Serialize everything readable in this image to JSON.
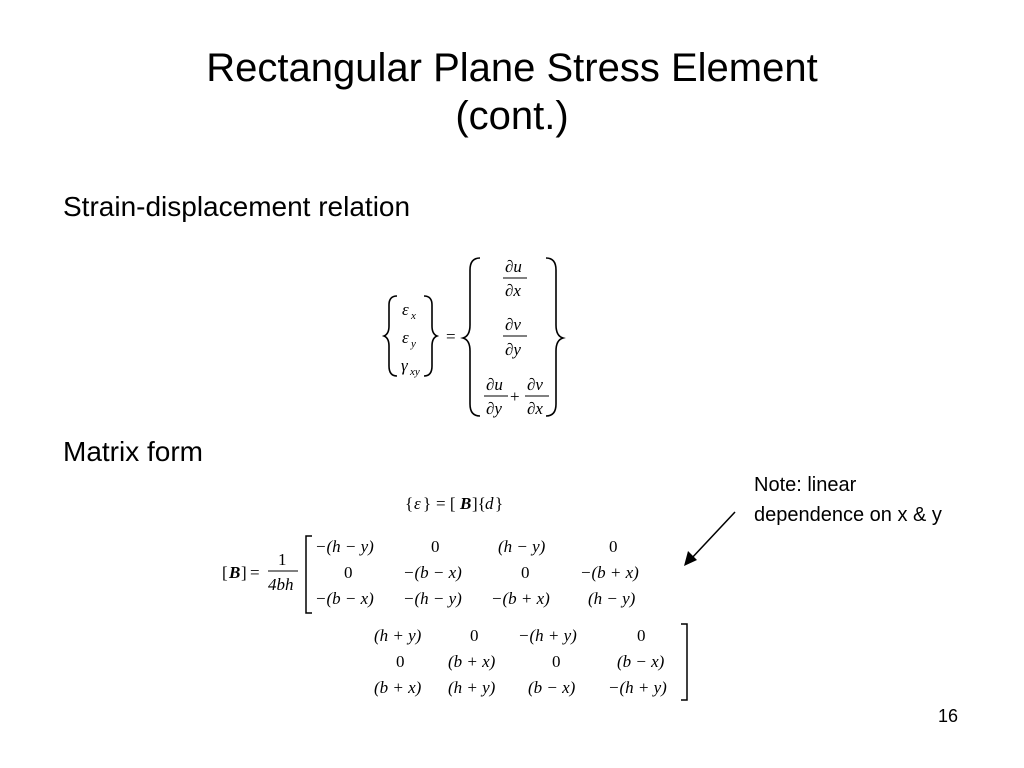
{
  "slide": {
    "title_line1": "Rectangular Plane Stress Element",
    "title_line2": "(cont.)",
    "heading1": "Strain-displacement relation",
    "heading2": "Matrix form",
    "note_line1": "Note: linear",
    "note_line2": "dependence on x & y",
    "page_number": "16"
  },
  "math": {
    "eps_x": "ε",
    "eps_x_sub": "x",
    "eps_y": "ε",
    "eps_y_sub": "y",
    "gamma_xy": "γ",
    "gamma_xy_sub": "xy",
    "equals": "=",
    "du": "∂u",
    "dx": "∂x",
    "dv": "∂v",
    "dy": "∂y",
    "plus": "+",
    "matrix_eq_lhs_open": "{",
    "matrix_eq_eps": "ε",
    "matrix_eq_lhs_close": "}",
    "matrix_eq_rhs": "= [",
    "matrix_eq_B": "B",
    "matrix_eq_rhs2": "]{",
    "matrix_eq_d": "d",
    "matrix_eq_rhs3": "}",
    "B_label_open": "[",
    "B_label": "B",
    "B_label_close": "]",
    "B_equals": "=",
    "frac_num": "1",
    "frac_den": "4bh",
    "rows_top": [
      [
        "−(h − y)",
        "0",
        "(h − y)",
        "0"
      ],
      [
        "0",
        "−(b − x)",
        "0",
        "−(b + x)"
      ],
      [
        "−(b − x)",
        "−(h − y)",
        "−(b + x)",
        "(h − y)"
      ]
    ],
    "rows_bottom": [
      [
        "(h + y)",
        "0",
        "−(h + y)",
        "0"
      ],
      [
        "0",
        "(b + x)",
        "0",
        "(b − x)"
      ],
      [
        "(b + x)",
        "(h + y)",
        "(b − x)",
        "−(h + y)"
      ]
    ]
  }
}
